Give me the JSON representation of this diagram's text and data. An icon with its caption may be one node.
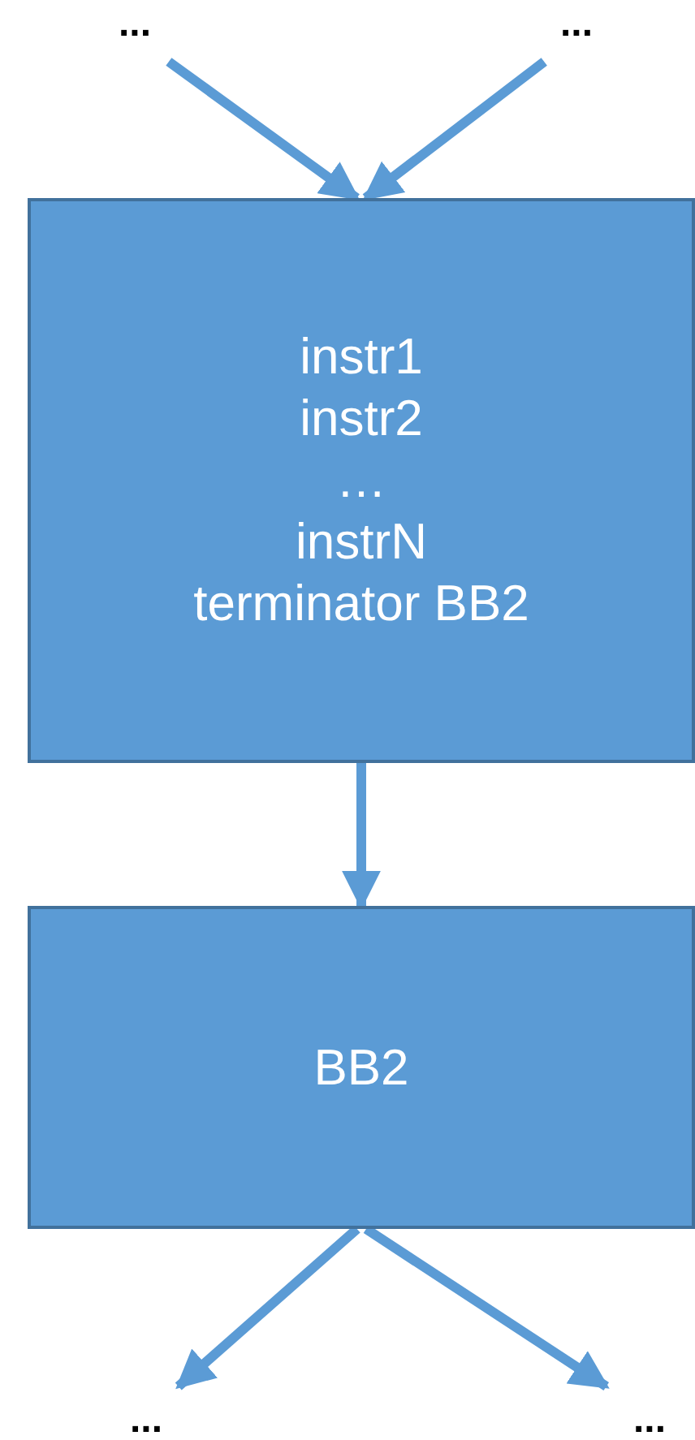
{
  "diagram": {
    "nodes": [
      {
        "text": [
          "..."
        ]
      },
      {
        "text": [
          "..."
        ]
      },
      {
        "text": [
          "instr1",
          "instr2",
          "…",
          "instrN",
          "terminator BB2"
        ]
      },
      {
        "text": [
          "BB2"
        ]
      },
      {
        "text": [
          "..."
        ]
      },
      {
        "text": [
          "..."
        ]
      }
    ],
    "edges": [
      {
        "from": 0,
        "to": 2,
        "arrow": "to"
      },
      {
        "from": 1,
        "to": 2,
        "arrow": "to"
      },
      {
        "from": 2,
        "to": 3,
        "arrow": "to"
      },
      {
        "from": 3,
        "to": 4,
        "arrow": "to"
      },
      {
        "from": 3,
        "to": 5,
        "arrow": "to"
      }
    ]
  }
}
